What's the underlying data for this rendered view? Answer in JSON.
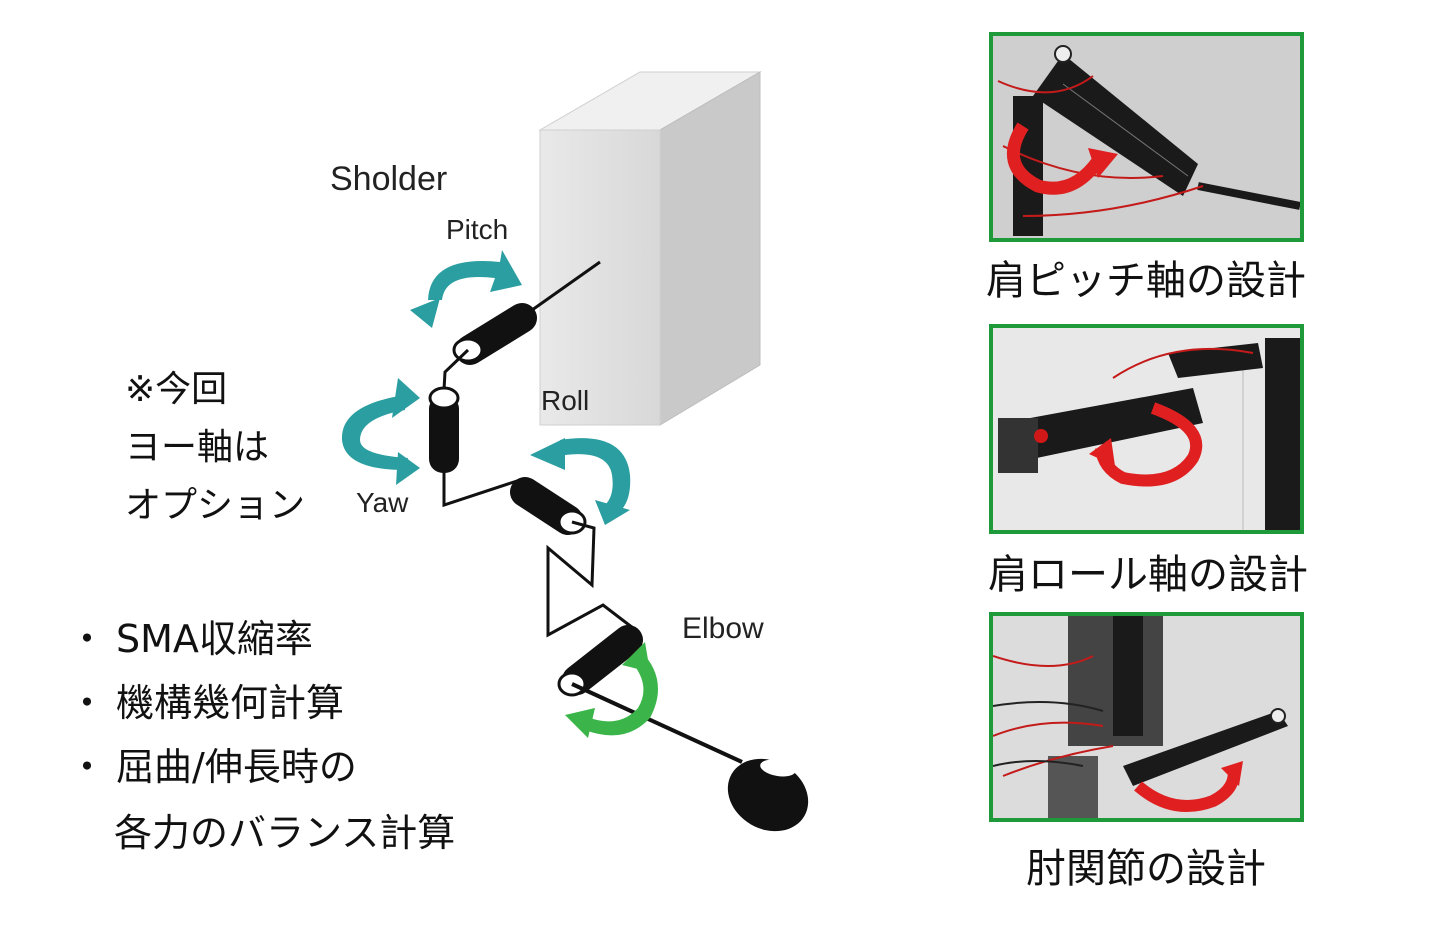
{
  "diagram": {
    "shoulder_label": "Sholder",
    "pitch_label": "Pitch",
    "roll_label": "Roll",
    "yaw_label": "Yaw",
    "elbow_label": "Elbow",
    "arrow_color_shoulder": "#2a9ea0",
    "arrow_color_elbow": "#3bb54a"
  },
  "note": {
    "line1": "※今回",
    "line2": "ヨー軸は",
    "line3": "オプション"
  },
  "bullets": [
    {
      "marker": "・",
      "text": "SMA収縮率"
    },
    {
      "marker": "・",
      "text": "機構幾何計算"
    },
    {
      "marker": "・",
      "text": "屈曲/伸長時の"
    },
    {
      "marker": "",
      "text": "各力のバランス計算"
    }
  ],
  "photos": [
    {
      "caption": "肩ピッチ軸の設計"
    },
    {
      "caption": "肩ロール軸の設計"
    },
    {
      "caption": "肘関節の設計"
    }
  ],
  "colors": {
    "frame_green": "#1e9a3a",
    "rotation_arrow_red": "#e02020"
  }
}
